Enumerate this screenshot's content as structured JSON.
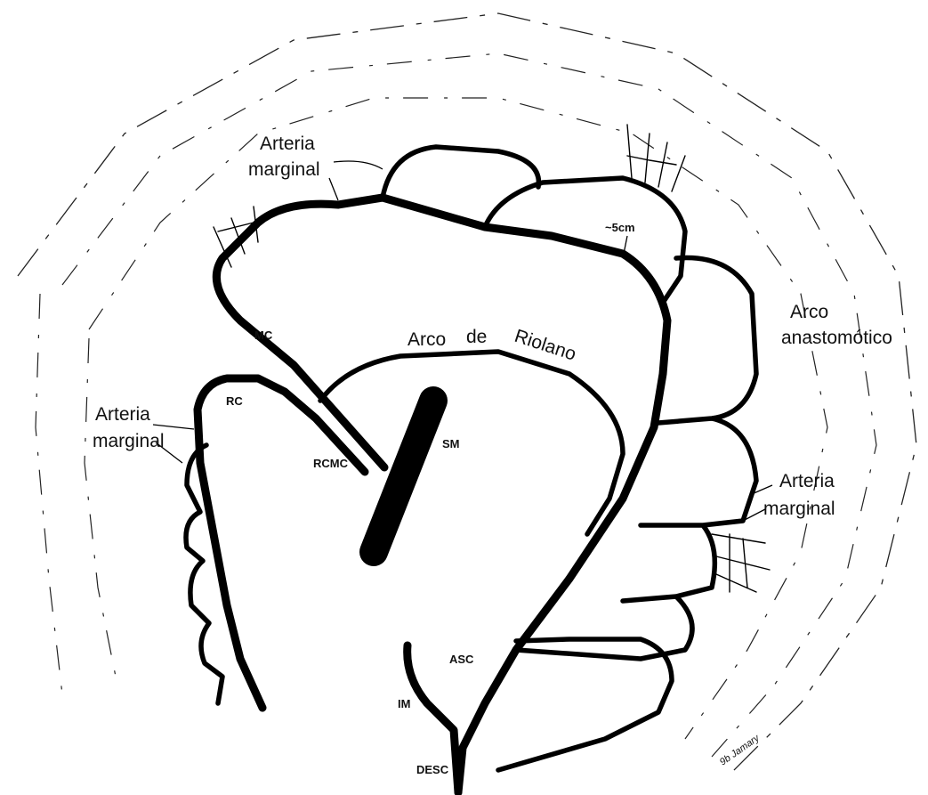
{
  "diagram": {
    "labels": {
      "arteria_marginal_top": [
        "Arteria",
        "marginal"
      ],
      "arteria_marginal_left": [
        "Arteria",
        "marginal"
      ],
      "arteria_marginal_right": [
        "Arteria",
        "marginal"
      ],
      "arco_anastomotico": [
        "Arco",
        "anastomótico"
      ],
      "arco_de_riolano": [
        "Arco",
        "de",
        "Riolano"
      ],
      "distance": "~5cm",
      "mc": "MC",
      "rc": "RC",
      "rcmc": "RCMC",
      "sm": "SM",
      "asc": "ASC",
      "im": "IM",
      "desc": "DESC"
    },
    "signature": "9b Jamary",
    "colors": {
      "vessel": "#000000",
      "outline": "#222222",
      "background": "#ffffff"
    }
  }
}
